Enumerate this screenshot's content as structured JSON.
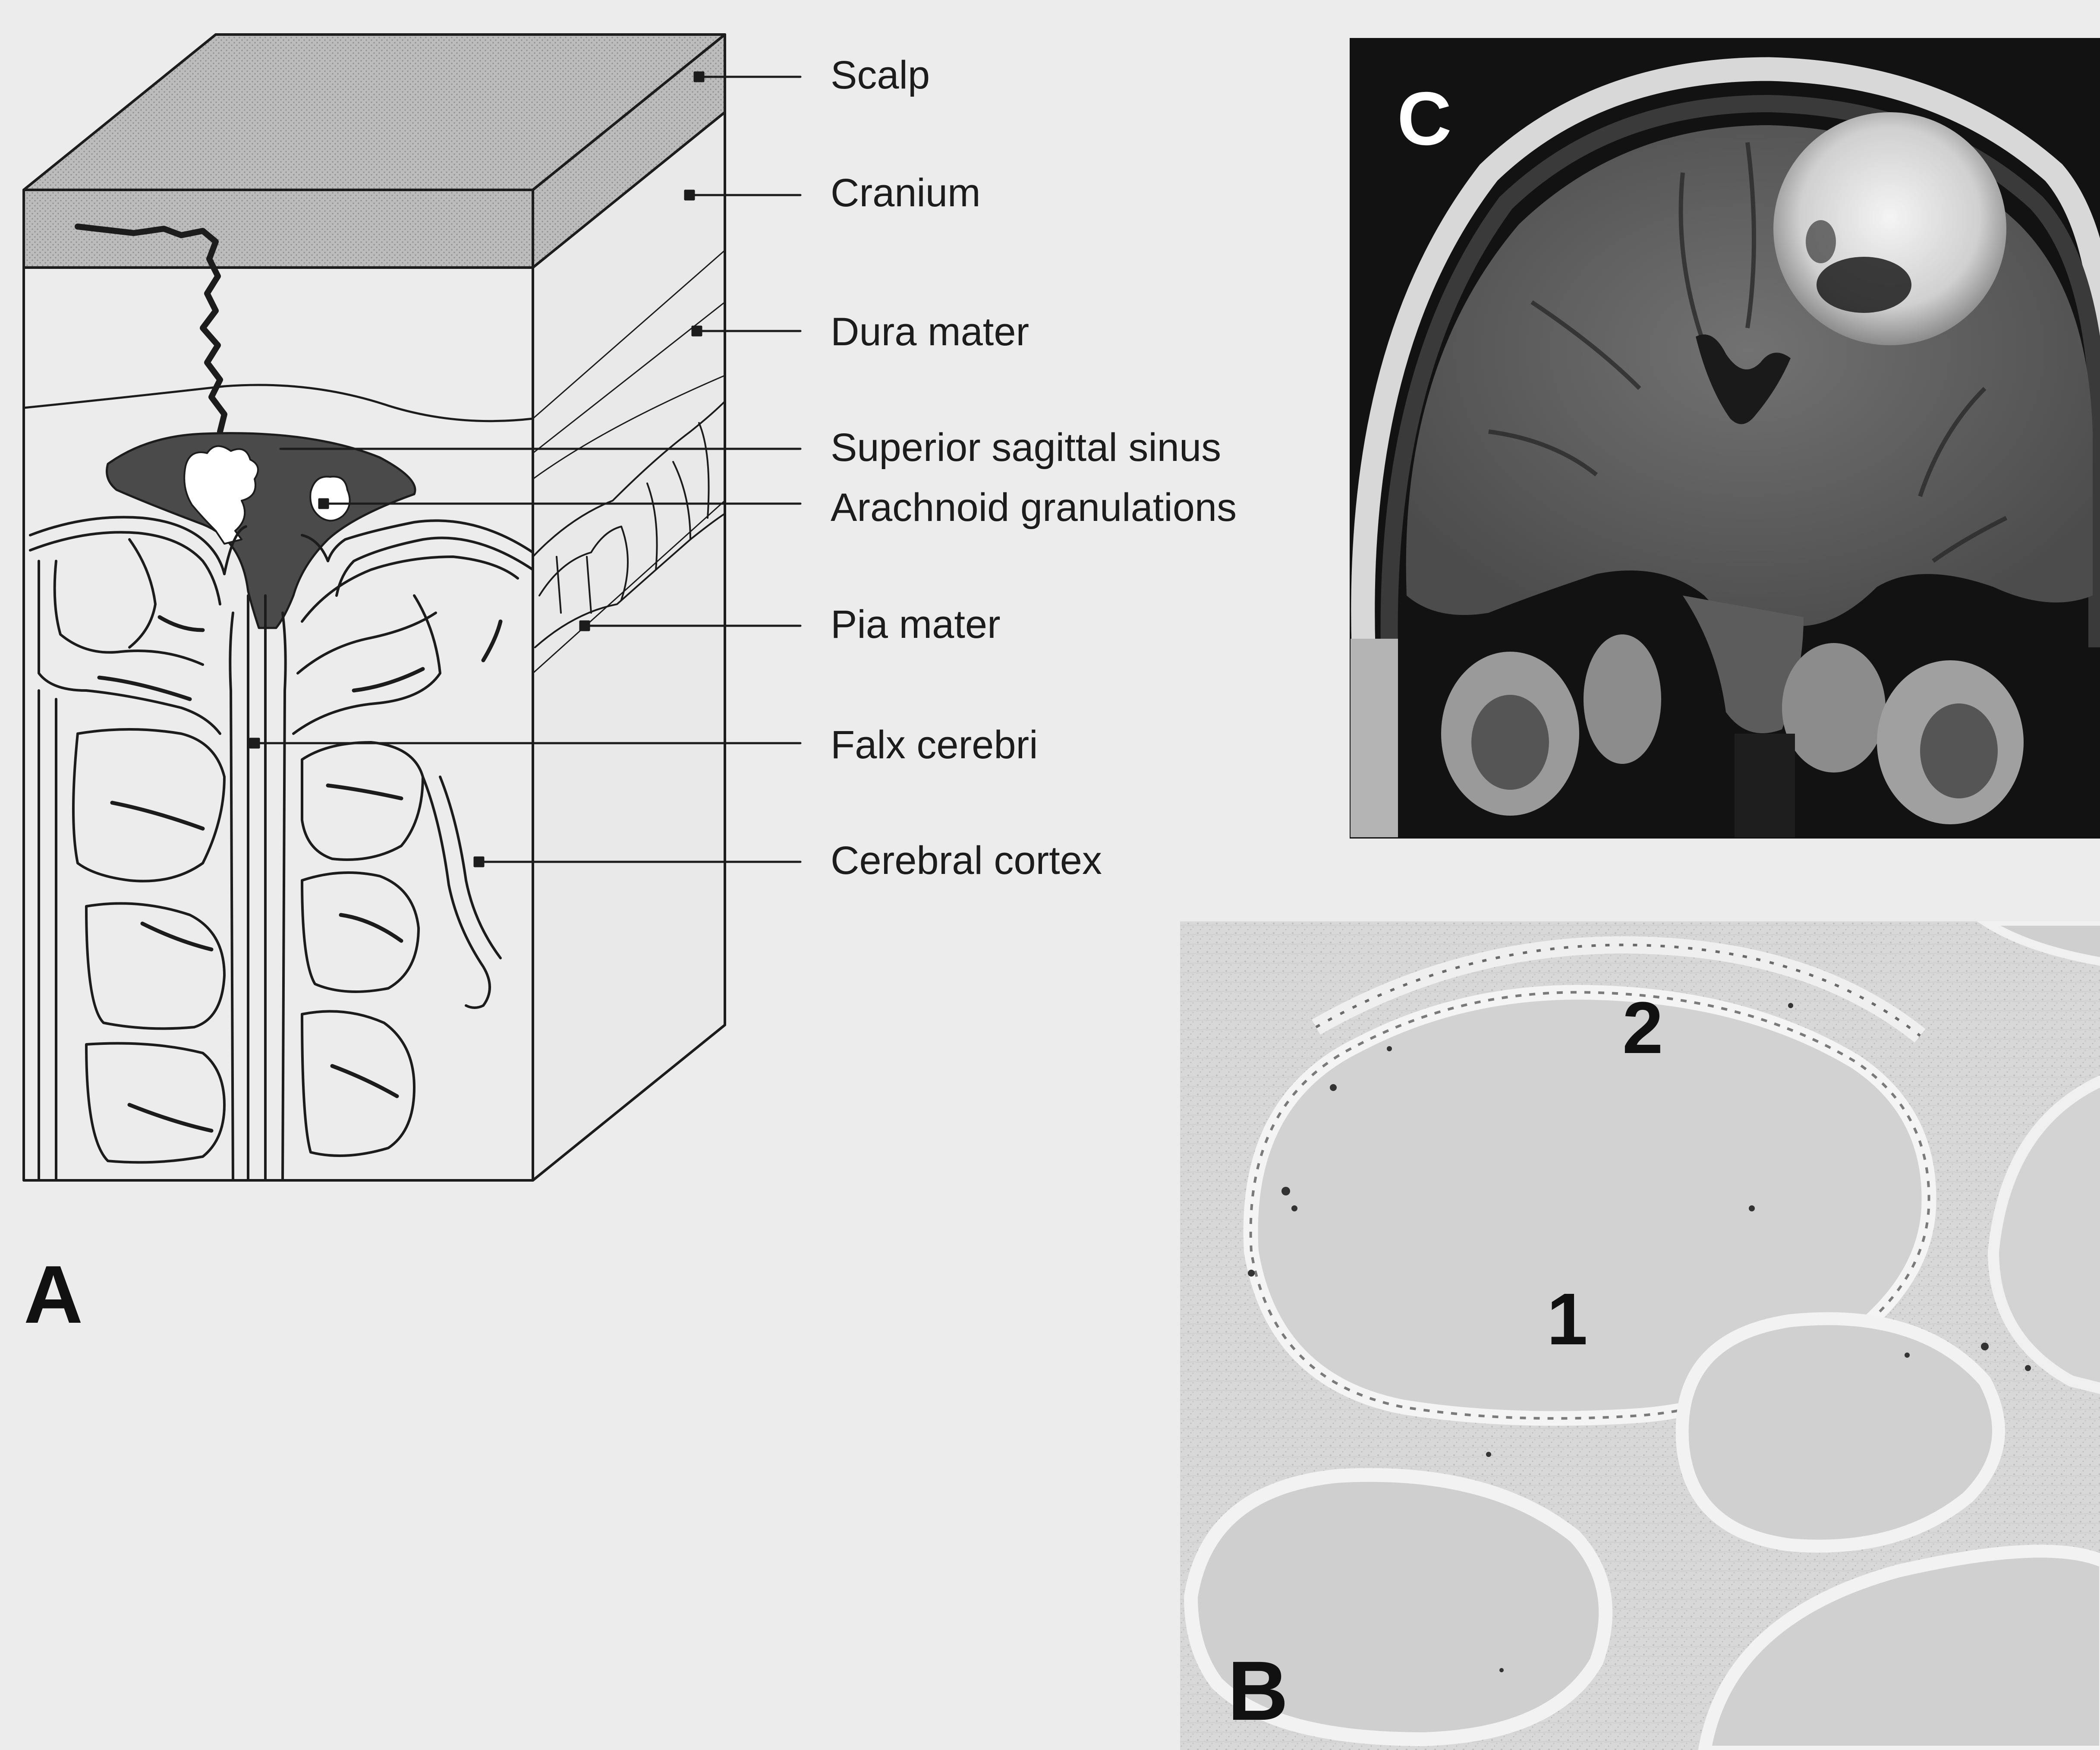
{
  "panels": {
    "a": {
      "letter": "A"
    },
    "b": {
      "letter": "B",
      "region_1": "1",
      "region_2": "2"
    },
    "c": {
      "letter": "C"
    }
  },
  "diagram_labels": [
    "Scalp",
    "Cranium",
    "Dura mater",
    "Superior sagittal sinus",
    "Arachnoid granulations",
    "Pia mater",
    "Falx cerebri",
    "Cerebral cortex"
  ],
  "colors": {
    "background": "#ececec",
    "scalp": "#bdbdbd",
    "sinus": "#4a4a4a",
    "line": "#1c1c1c",
    "mri_background": "#121212",
    "histology": "#d9d9d9"
  }
}
